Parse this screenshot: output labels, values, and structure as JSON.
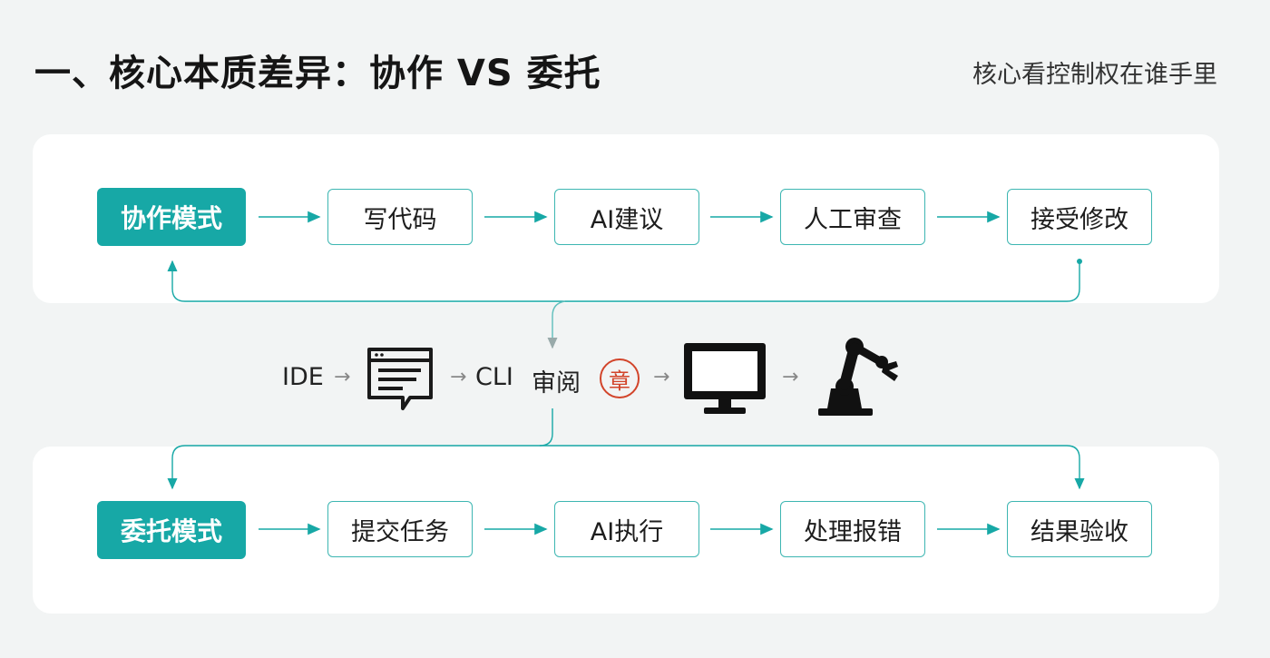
{
  "title": "一、核心本质差异：协作 VS 委托",
  "subtitle": "核心看控制权在谁手里",
  "collaboration": {
    "mode": "协作模式",
    "steps": [
      "写代码",
      "AI建议",
      "人工审查",
      "接受修改"
    ]
  },
  "delegation": {
    "mode": "委托模式",
    "steps": [
      "提交任务",
      "AI执行",
      "处理报错",
      "结果验收"
    ]
  },
  "middle": {
    "ide": "IDE",
    "cli": "CLI",
    "review": "审阅",
    "seal": "章",
    "arrow": "→",
    "icons": [
      "chat-window-icon",
      "seal-icon",
      "monitor-icon",
      "robot-arm-icon"
    ]
  },
  "colors": {
    "accent": "#17a8a6",
    "border": "#3db6b2",
    "seal": "#d2442a"
  }
}
